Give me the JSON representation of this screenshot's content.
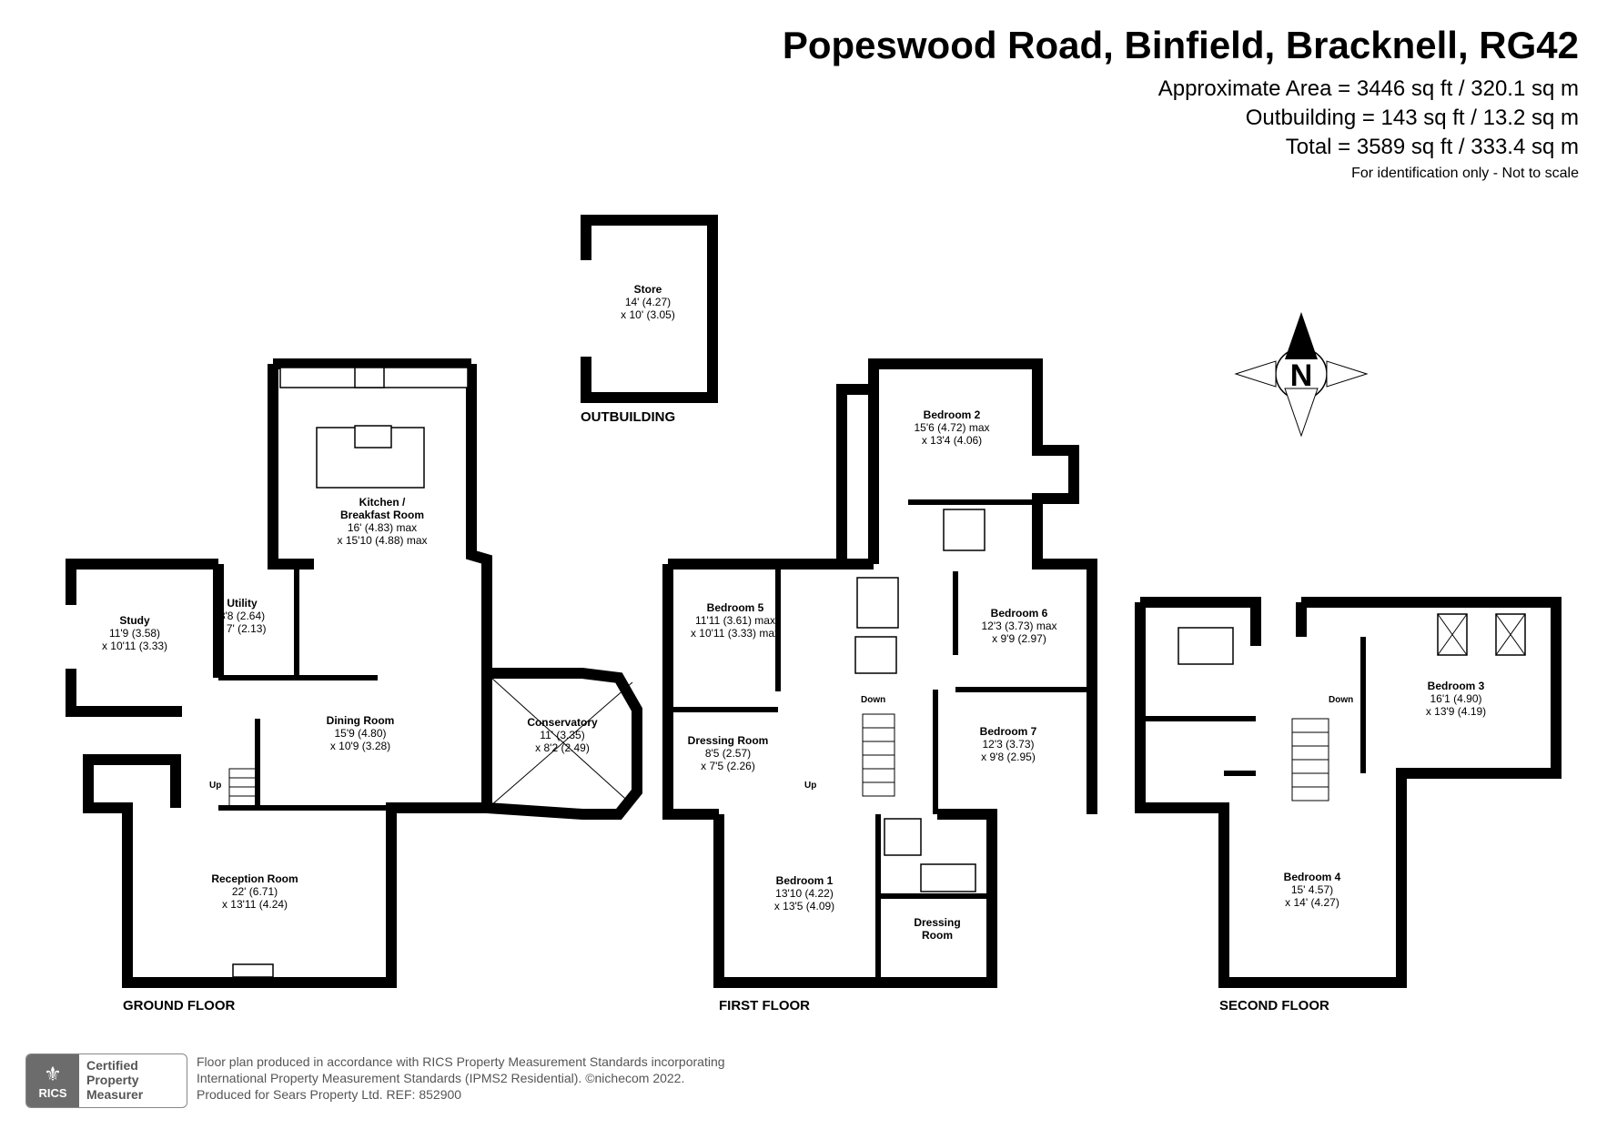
{
  "header": {
    "title": "Popeswood Road, Binfield, Bracknell, RG42",
    "area_lines": [
      "Approximate Area = 3446 sq ft / 320.1 sq m",
      "Outbuilding = 143 sq ft / 13.2 sq m",
      "Total = 3589 sq ft / 333.4 sq m"
    ],
    "note": "For identification only - Not to scale"
  },
  "compass": {
    "letter": "N"
  },
  "floors": {
    "ground": "GROUND FLOOR",
    "first": "FIRST FLOOR",
    "second": "SECOND FLOOR",
    "outbuilding": "OUTBUILDING"
  },
  "rooms": {
    "store": {
      "name": "Store",
      "dim1": "14' (4.27)",
      "dim2": "x 10' (3.05)"
    },
    "kitchen": {
      "name1": "Kitchen /",
      "name2": "Breakfast Room",
      "dim1": "16' (4.83) max",
      "dim2": "x 15'10 (4.88) max"
    },
    "study": {
      "name": "Study",
      "dim1": "11'9 (3.58)",
      "dim2": "x 10'11 (3.33)"
    },
    "utility": {
      "name": "Utility",
      "dim1": "8'8 (2.64)",
      "dim2": "x 7' (2.13)"
    },
    "dining": {
      "name": "Dining Room",
      "dim1": "15'9 (4.80)",
      "dim2": "x 10'9 (3.28)"
    },
    "conservatory": {
      "name": "Conservatory",
      "dim1": "11' (3.35)",
      "dim2": "x 8'2 (2.49)"
    },
    "reception": {
      "name": "Reception Room",
      "dim1": "22' (6.71)",
      "dim2": "x 13'11 (4.24)"
    },
    "bedroom2": {
      "name": "Bedroom 2",
      "dim1": "15'6 (4.72) max",
      "dim2": "x 13'4 (4.06)"
    },
    "bedroom5": {
      "name": "Bedroom 5",
      "dim1": "11'11 (3.61) max",
      "dim2": "x 10'11 (3.33) max"
    },
    "bedroom6": {
      "name": "Bedroom 6",
      "dim1": "12'3 (3.73) max",
      "dim2": "x 9'9 (2.97)"
    },
    "bedroom7": {
      "name": "Bedroom 7",
      "dim1": "12'3 (3.73)",
      "dim2": "x 9'8 (2.95)"
    },
    "dressing1": {
      "name": "Dressing Room",
      "dim1": "8'5 (2.57)",
      "dim2": "x 7'5 (2.26)"
    },
    "bedroom1": {
      "name": "Bedroom 1",
      "dim1": "13'10 (4.22)",
      "dim2": "x 13'5 (4.09)"
    },
    "dressing2": {
      "name1": "Dressing",
      "name2": "Room"
    },
    "bedroom3": {
      "name": "Bedroom 3",
      "dim1": "16'1 (4.90)",
      "dim2": "x 13'9 (4.19)"
    },
    "bedroom4": {
      "name": "Bedroom 4",
      "dim1": "15' 4.57)",
      "dim2": "x 14' (4.27)"
    }
  },
  "stairs": {
    "up": "Up",
    "down": "Down"
  },
  "footer": {
    "lines": [
      "Floor plan produced in accordance with RICS Property Measurement Standards incorporating",
      "International Property Measurement Standards (IPMS2 Residential).   ©nichecom 2022.",
      "Produced for Sears Property Ltd.   REF: 852900"
    ],
    "badge_brand": "RICS",
    "badge_lines": [
      "Certified",
      "Property",
      "Measurer"
    ]
  }
}
